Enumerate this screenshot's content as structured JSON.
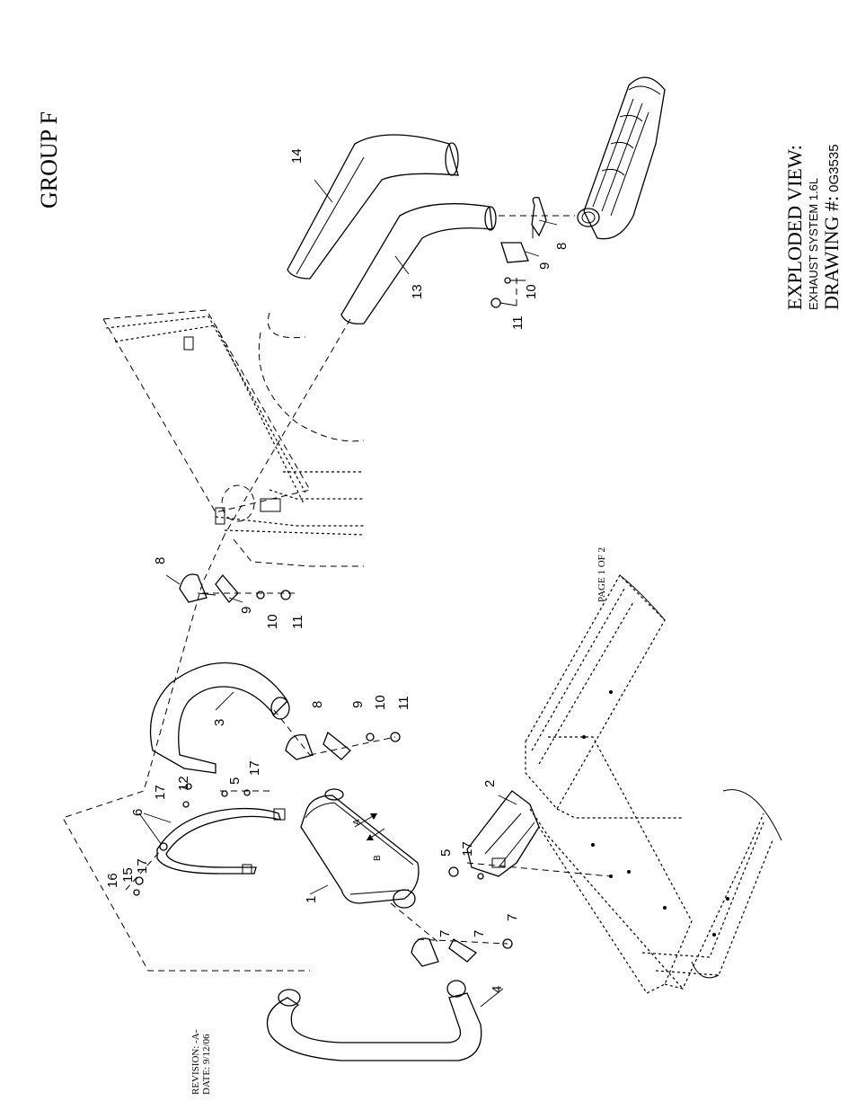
{
  "header": {
    "group": "GROUP F"
  },
  "title_block": {
    "line1": "EXPLODED VIEW:",
    "line2": "EXHAUST SYSTEM 1.6L",
    "line3_label": "DRAWING #:",
    "line3_value": "0G3535"
  },
  "footer": {
    "revision": "REVISION: -A-",
    "date": "DATE:  9/12/06",
    "page": "PAGE 1 OF 2"
  },
  "arrows": {
    "a": "A",
    "b": "B"
  },
  "callouts": {
    "c1": "1",
    "c2": "2",
    "c3": "3",
    "c4": "4",
    "c5a": "5",
    "c5b": "5",
    "c6": "6",
    "c7a": "7",
    "c7b": "7",
    "c7c": "7",
    "c8a": "8",
    "c8b": "8",
    "c8c": "8",
    "c9a": "9",
    "c9b": "9",
    "c9c": "9",
    "c10a": "10",
    "c10b": "10",
    "c10c": "10",
    "c11a": "11",
    "c11b": "11",
    "c11c": "11",
    "c12": "12",
    "c13": "13",
    "c14": "14",
    "c15": "15",
    "c16": "16",
    "c17a": "17",
    "c17b": "17",
    "c17c": "17",
    "c17d": "17"
  }
}
